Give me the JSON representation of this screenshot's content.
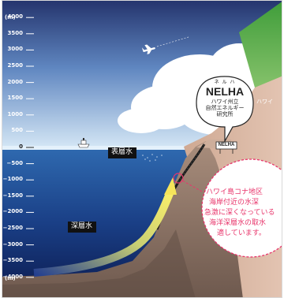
{
  "axis": {
    "unit_top": "(m)",
    "unit_bottom": "(m)",
    "ticks": [
      {
        "label": "4000",
        "value": 4000
      },
      {
        "label": "3500",
        "value": 3500
      },
      {
        "label": "3000",
        "value": 3000
      },
      {
        "label": "2500",
        "value": 2500
      },
      {
        "label": "2000",
        "value": 2000
      },
      {
        "label": "1500",
        "value": 1500
      },
      {
        "label": "1000",
        "value": 1000
      },
      {
        "label": "500",
        "value": 500
      },
      {
        "label": "0",
        "value": 0
      },
      {
        "label": "−500",
        "value": -500
      },
      {
        "label": "−1000",
        "value": -1000
      },
      {
        "label": "−1500",
        "value": -1500
      },
      {
        "label": "−2000",
        "value": -2000
      },
      {
        "label": "−2500",
        "value": -2500
      },
      {
        "label": "−3000",
        "value": -3000
      },
      {
        "label": "−3500",
        "value": -3500
      },
      {
        "label": "−4000",
        "value": -4000
      }
    ]
  },
  "labels": {
    "surface_water": "表層水",
    "deep_water": "深層水",
    "nelha_ruby": "ネ ル ハ",
    "nelha_title": "NELHA",
    "nelha_desc": [
      "ハワイ州立",
      "自然エネルギー",
      "研究所"
    ],
    "nelha_sign": "NELHA",
    "island_label": "ハワイ",
    "callout_lines": [
      "ハワイ島コナ地区",
      "海岸付近の水深",
      "急激に深くなっている",
      "海洋深層水の取水",
      "適しています。"
    ]
  },
  "colors": {
    "sky_top": "#25356e",
    "sky_bottom": "#d6e8f6",
    "sea_top": "#2a62a8",
    "sea_bottom": "#0c1c52",
    "seabed": "#8d7566",
    "island": "#d7b5a0",
    "accent_pink": "#e8356b",
    "arrow_yellow": "#f6e45a"
  }
}
